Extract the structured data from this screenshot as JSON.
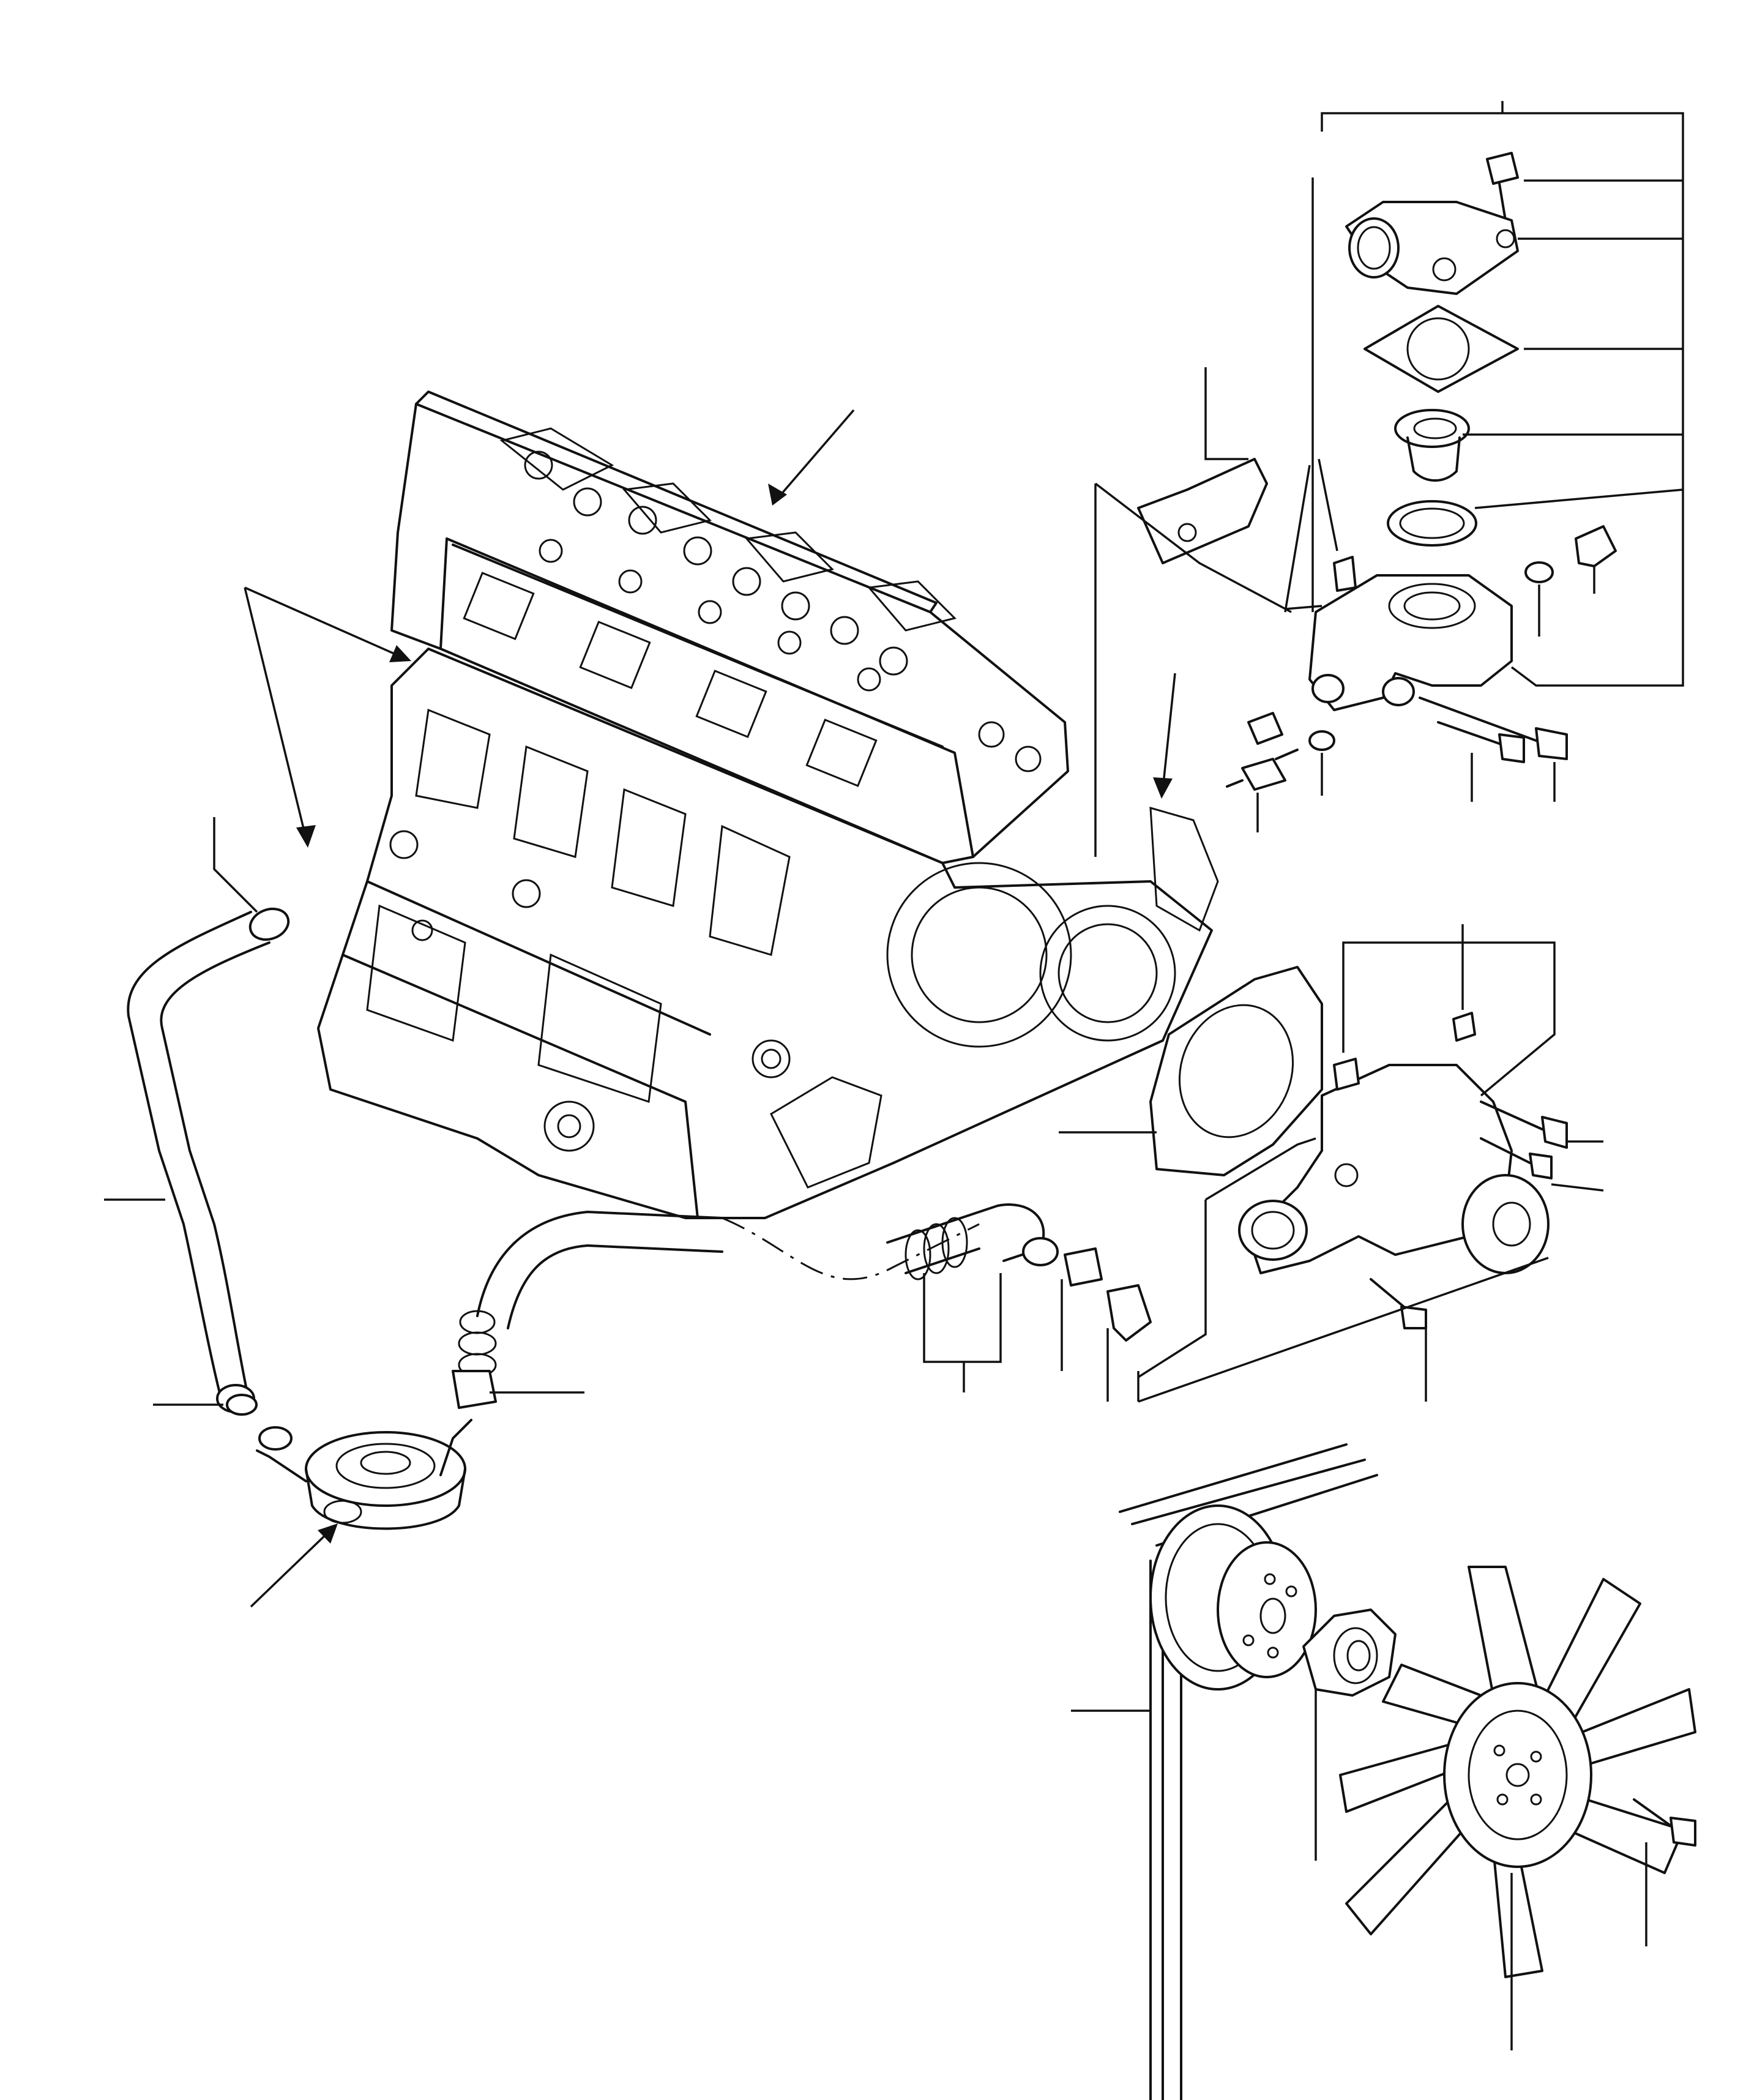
{
  "figure": {
    "kind": "exploded-parts-diagram",
    "text_labels": []
  },
  "parts": [
    {
      "id": "cylinder-head",
      "icon": "cylinder-head-drawing"
    },
    {
      "id": "cylinder-block",
      "icon": "engine-block-drawing"
    },
    {
      "id": "thermostat-cover",
      "icon": "elbow-cover-drawing"
    },
    {
      "id": "thermostat-gasket",
      "icon": "gasket-drawing"
    },
    {
      "id": "thermostat",
      "icon": "thermostat-drawing"
    },
    {
      "id": "thermostat-seal-ring",
      "icon": "ring-drawing"
    },
    {
      "id": "thermostat-housing",
      "icon": "housing-drawing"
    },
    {
      "id": "temperature-sender",
      "icon": "sensor-drawing"
    },
    {
      "id": "water-pump",
      "icon": "pump-drawing"
    },
    {
      "id": "water-pump-gasket",
      "icon": "gasket-drawing"
    },
    {
      "id": "oil-cooler",
      "icon": "cooler-drawing"
    },
    {
      "id": "coolant-hoses",
      "icon": "hose-drawing"
    },
    {
      "id": "fan-pulley",
      "icon": "pulley-drawing"
    },
    {
      "id": "fan-spacer",
      "icon": "spacer-drawing"
    },
    {
      "id": "cooling-fan",
      "icon": "fan-drawing"
    },
    {
      "id": "v-belt",
      "icon": "belt-drawing"
    },
    {
      "id": "bolts-and-plugs",
      "icon": "bolt-drawing"
    }
  ]
}
